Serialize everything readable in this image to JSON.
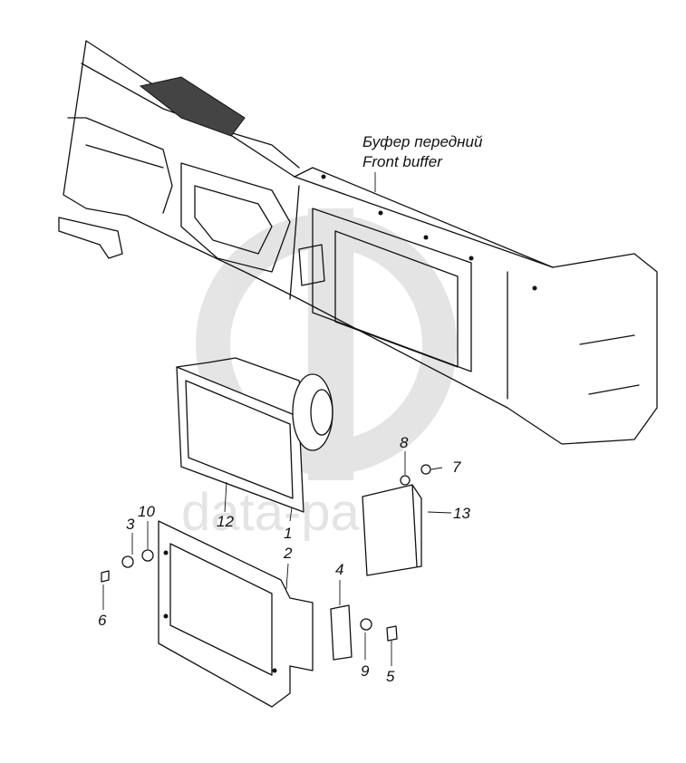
{
  "caption": {
    "ru": "Буфер передний",
    "en": "Front buffer"
  },
  "watermark": {
    "text": "data-parts"
  },
  "callouts": [
    {
      "id": "1",
      "label": "1"
    },
    {
      "id": "2",
      "label": "2"
    },
    {
      "id": "3",
      "label": "3"
    },
    {
      "id": "4",
      "label": "4"
    },
    {
      "id": "5",
      "label": "5"
    },
    {
      "id": "6",
      "label": "6"
    },
    {
      "id": "7",
      "label": "7"
    },
    {
      "id": "8",
      "label": "8"
    },
    {
      "id": "9",
      "label": "9"
    },
    {
      "id": "10",
      "label": "10"
    },
    {
      "id": "12",
      "label": "12"
    },
    {
      "id": "13",
      "label": "13"
    }
  ],
  "colors": {
    "line": "#111111",
    "watermark": "#cfcfcf",
    "background": "#ffffff"
  }
}
